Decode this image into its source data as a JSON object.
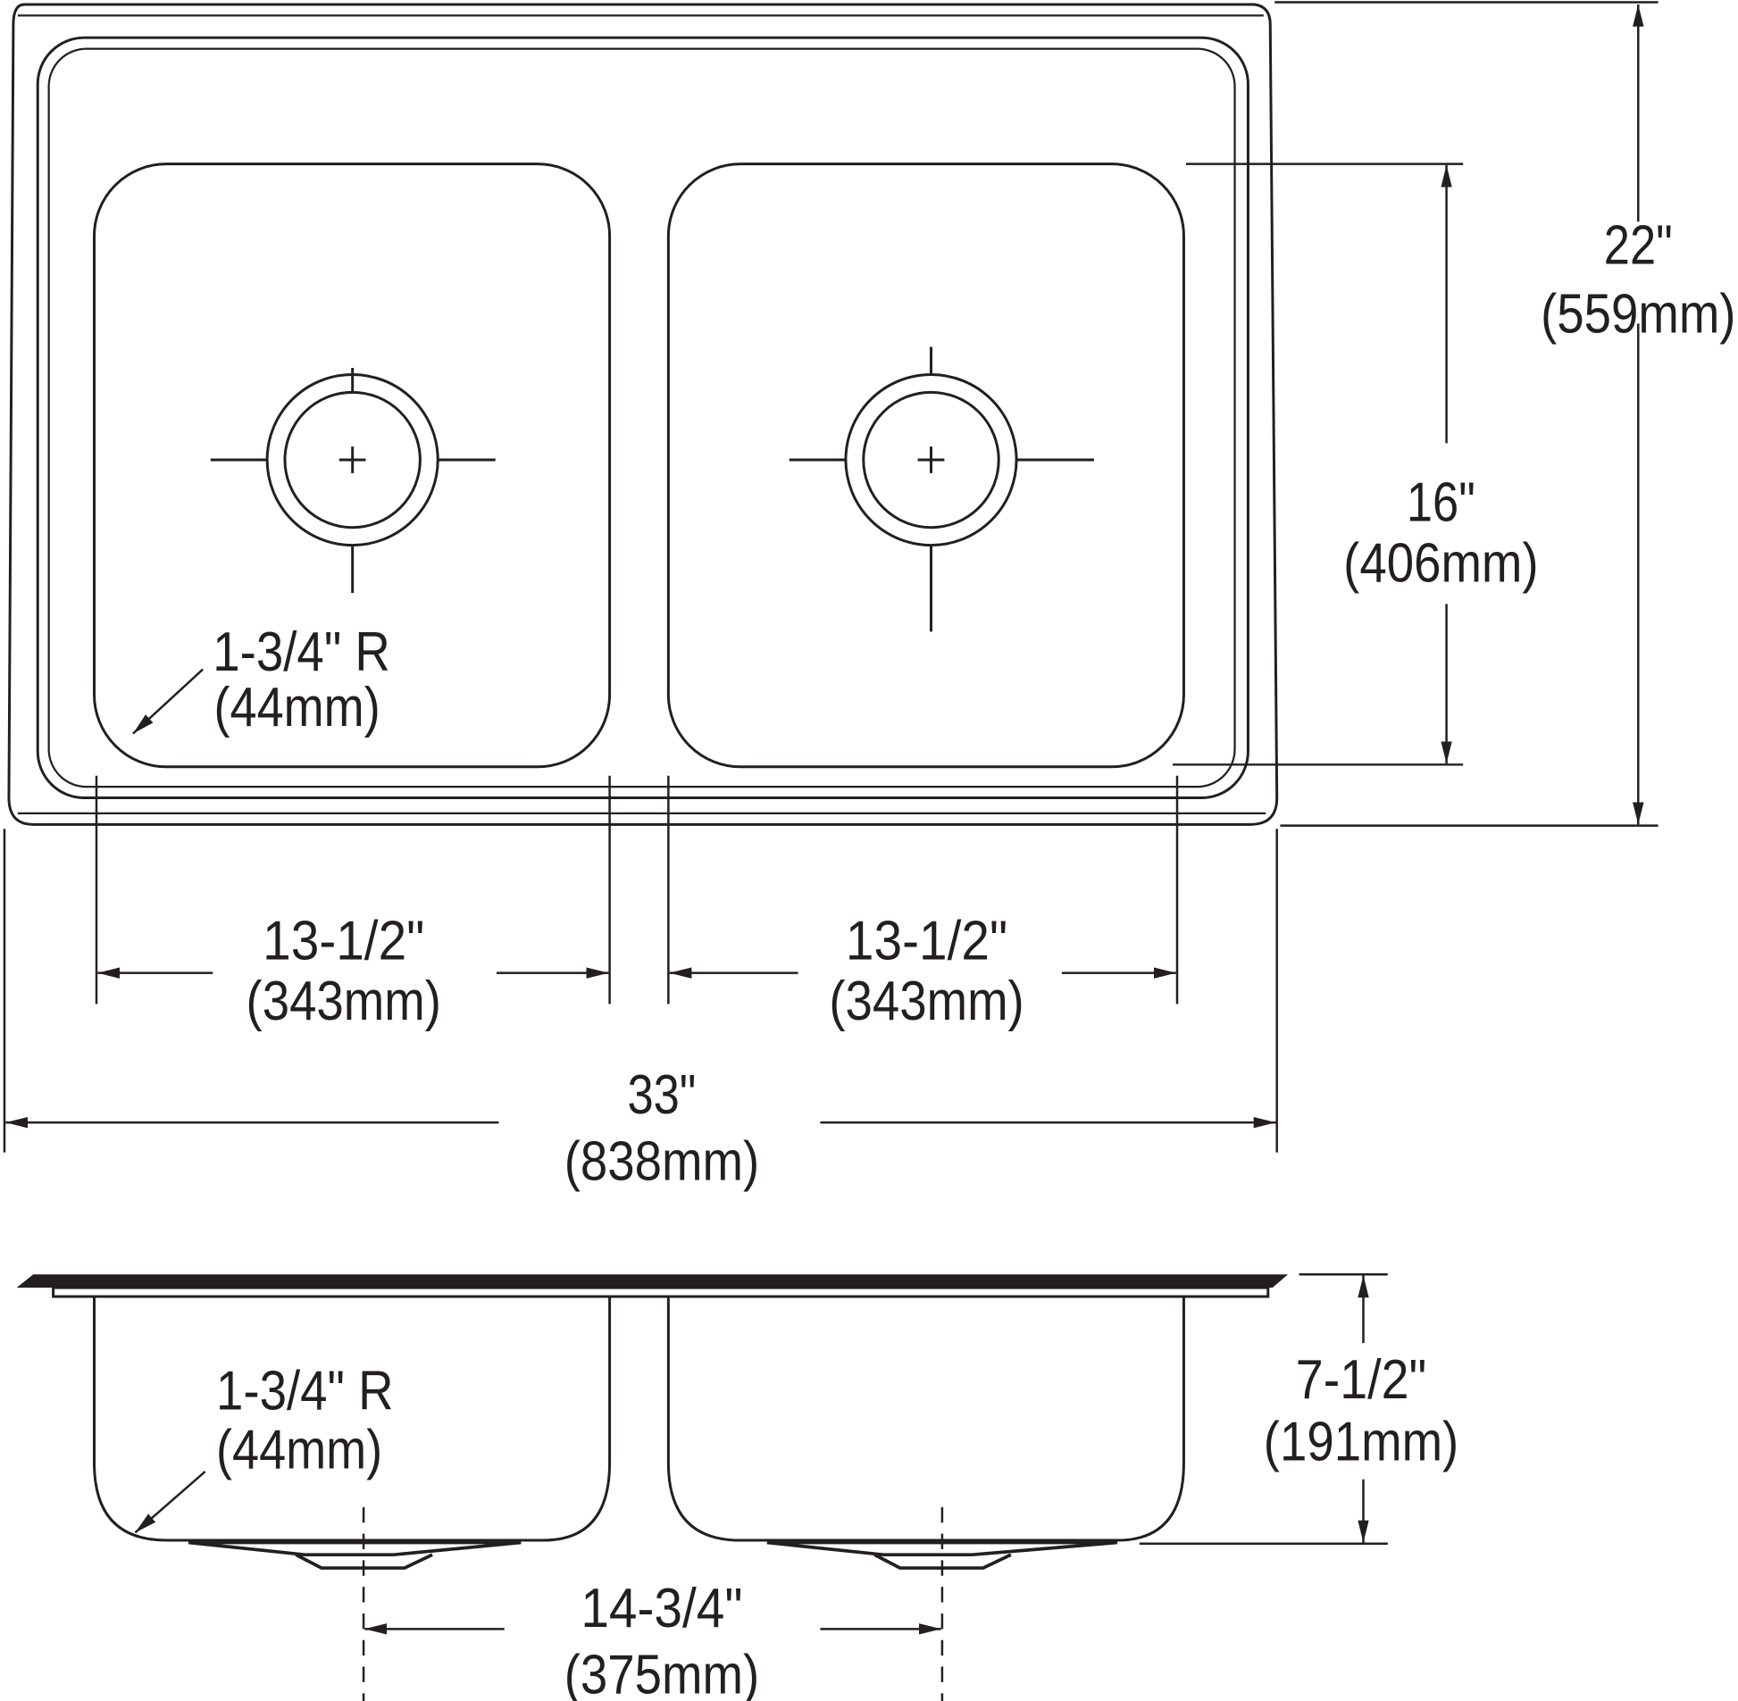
{
  "colors": {
    "line": "#231f20",
    "background": "#ffffff"
  },
  "top_view": {
    "overall_depth": {
      "in": "22\"",
      "mm": "(559mm)"
    },
    "bowl_depth": {
      "in": "16\"",
      "mm": "(406mm)"
    },
    "corner_radius": {
      "in": "1-3/4\" R",
      "mm": "(44mm)"
    },
    "left_bowl_width": {
      "in": "13-1/2\"",
      "mm": "(343mm)"
    },
    "right_bowl_width": {
      "in": "13-1/2\"",
      "mm": "(343mm)"
    },
    "overall_width": {
      "in": "33\"",
      "mm": "(838mm)"
    }
  },
  "side_view": {
    "corner_radius": {
      "in": "1-3/4\" R",
      "mm": "(44mm)"
    },
    "bowl_height": {
      "in": "7-1/2\"",
      "mm": "(191mm)"
    },
    "drain_spacing": {
      "in": "14-3/4\"",
      "mm": "(375mm)"
    }
  }
}
